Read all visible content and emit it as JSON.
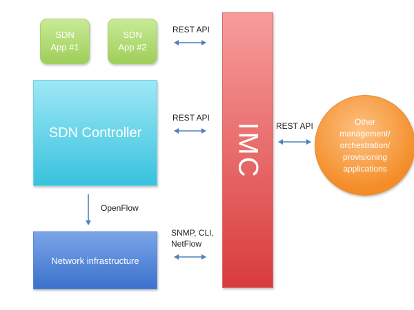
{
  "apps": [
    {
      "line1": "SDN",
      "line2": "App #1"
    },
    {
      "line1": "SDN",
      "line2": "App #2"
    }
  ],
  "controller": {
    "label": "SDN Controller"
  },
  "infrastructure": {
    "label": "Network infrastructure"
  },
  "imc": {
    "label": "IMC"
  },
  "other": {
    "lines": [
      "Other",
      "management/",
      "orchestration/",
      "provisioning",
      "applications"
    ]
  },
  "connections": {
    "apps_to_imc": "REST API",
    "controller_to_imc": "REST API",
    "imc_to_other": "REST API",
    "controller_to_infra": "OpenFlow",
    "infra_to_imc_line1": "SNMP, CLI,",
    "infra_to_imc_line2": "NetFlow"
  },
  "colors": {
    "app_green": "#9fce5a",
    "controller_cyan": "#39c2dd",
    "infra_blue": "#3b72cc",
    "imc_red": "#d83c3b",
    "other_orange": "#f48d28",
    "arrow_blue": "#4f81bd"
  }
}
